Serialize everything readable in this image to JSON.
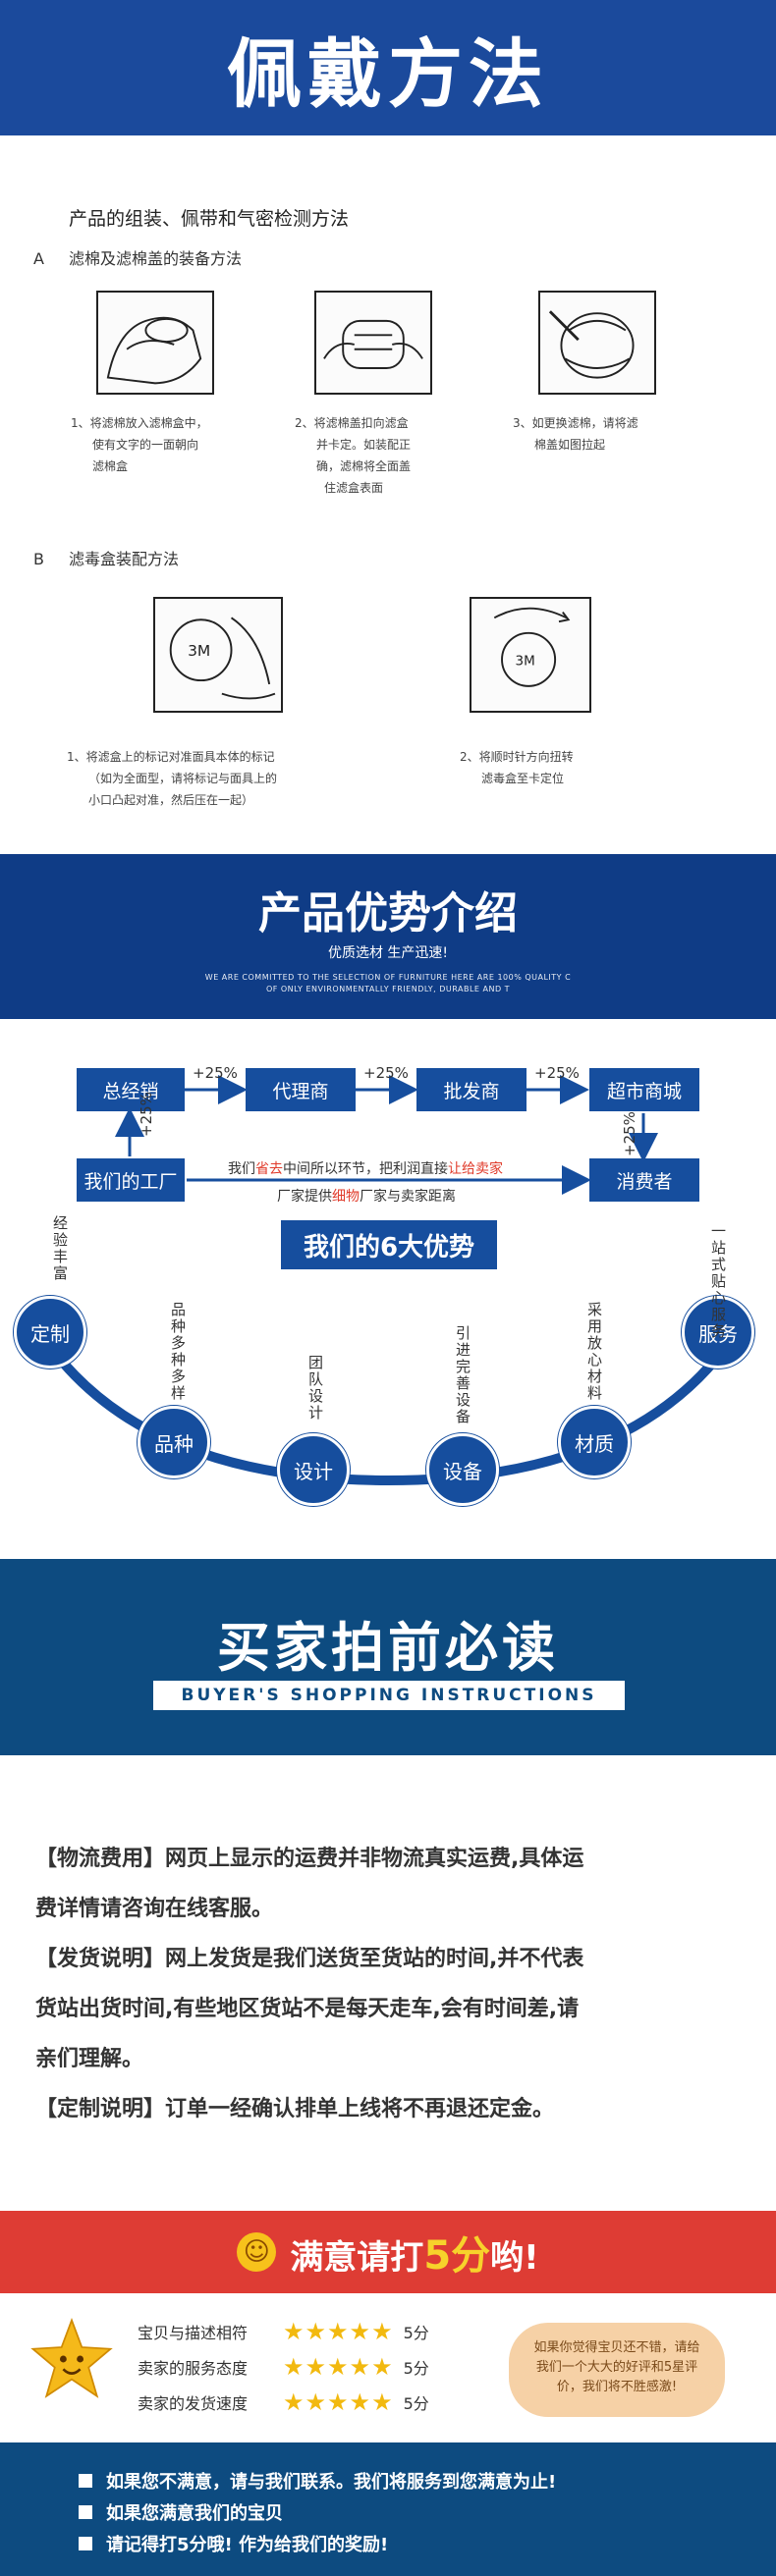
{
  "banner1": {
    "title": "佩戴方法"
  },
  "method": {
    "title": "产品的组装、佩带和气密检测方法",
    "sectionA": {
      "letter": "A",
      "label": "滤棉及滤棉盖的装备方法"
    },
    "sectionB": {
      "letter": "B",
      "label": "滤毒盒装配方法"
    },
    "captions": [
      [
        "1、将滤棉放入滤棉盒中，",
        "使有文字的一面朝向",
        "滤棉盒"
      ],
      [
        "2、将滤棉盖扣向滤盒",
        "并卡定。如装配正",
        "确，滤棉将全面盖",
        "住滤盒表面"
      ],
      [
        "3、如更换滤棉，请将滤",
        "棉盖如图拉起"
      ],
      [
        "1、将滤盒上的标记对准面具本体的标记",
        "（如为全面型，请将标记与面具上的",
        "小口凸起对准，然后压在一起）"
      ],
      [
        "2、将顺时针方向扭转",
        "滤毒盒至卡定位"
      ]
    ]
  },
  "banner2": {
    "title": "产品优势介绍",
    "subtitle": "优质选材 生产迅速!",
    "tagline_line1": "WE ARE COMMITTED TO THE SELECTION OF FURNITURE HERE ARE 100% QUALITY C",
    "tagline_line2": "OF ONLY ENVIRONMENTALLY FRIENDLY, DURABLE AND T"
  },
  "flow": {
    "boxes": {
      "general": "总经销",
      "agent": "代理商",
      "wholesale": "批发商",
      "supermarket": "超市商城",
      "factory": "我们的工厂",
      "consumer": "消费者"
    },
    "pct": "+25%",
    "note1_a": "我们",
    "note1_hl1": "省去",
    "note1_b": "中间所以环节，把利润直接",
    "note1_hl2": "让给卖家",
    "note2_a": "厂家提供",
    "note2_hl": "细物",
    "note2_b": "厂家与卖家",
    "note2_c": "距离",
    "six_title": "我们的6大优势",
    "circles": [
      "定制",
      "品种",
      "设计",
      "设备",
      "材质",
      "服务"
    ],
    "vtexts": [
      "经验丰富",
      "品种多种多样",
      "团队设计",
      "引进完善设备",
      "采用放心材料",
      "一站式贴心服务"
    ]
  },
  "banner3": {
    "title": "买家拍前必读",
    "subtitle": "BUYER'S SHOPPING INSTRUCTIONS"
  },
  "notice": {
    "line1": "【物流费用】网页上显示的运费并非物流真实运费,具体运",
    "line2": "费详情请咨询在线客服。",
    "line3": "【发货说明】网上发货是我们送货至货站的时间,并不代表",
    "line4": "货站出货时间,有些地区货站不是每天走车,会有时间差,请",
    "line5": "亲们理解。",
    "line6": "【定制说明】订单一经确认排单上线将不再退还定金。"
  },
  "red_banner": {
    "before": "满意请打",
    "big": "5分",
    "after": "哟!"
  },
  "ratings": {
    "rows": [
      {
        "label": "宝贝与描述相符",
        "stars": "★★★★★",
        "score": "5分"
      },
      {
        "label": "卖家的服务态度",
        "stars": "★★★★★",
        "score": "5分"
      },
      {
        "label": "卖家的发货速度",
        "stars": "★★★★★",
        "score": "5分"
      }
    ],
    "bubble": "如果你觉得宝贝还不错，请给我们一个大大的好评和5星评价，我们将不胜感激!"
  },
  "bottom": {
    "line1": "如果您不满意，请与我们联系。我们将服务到您满意为止!",
    "line2": "如果您满意我们的宝贝",
    "line3": "请记得打5分哦! 作为给我们的奖励!"
  },
  "colors": {
    "blue": "#1b4a9c",
    "navy": "#0d4b80",
    "red": "#de3c34",
    "star": "#f2b90f"
  }
}
